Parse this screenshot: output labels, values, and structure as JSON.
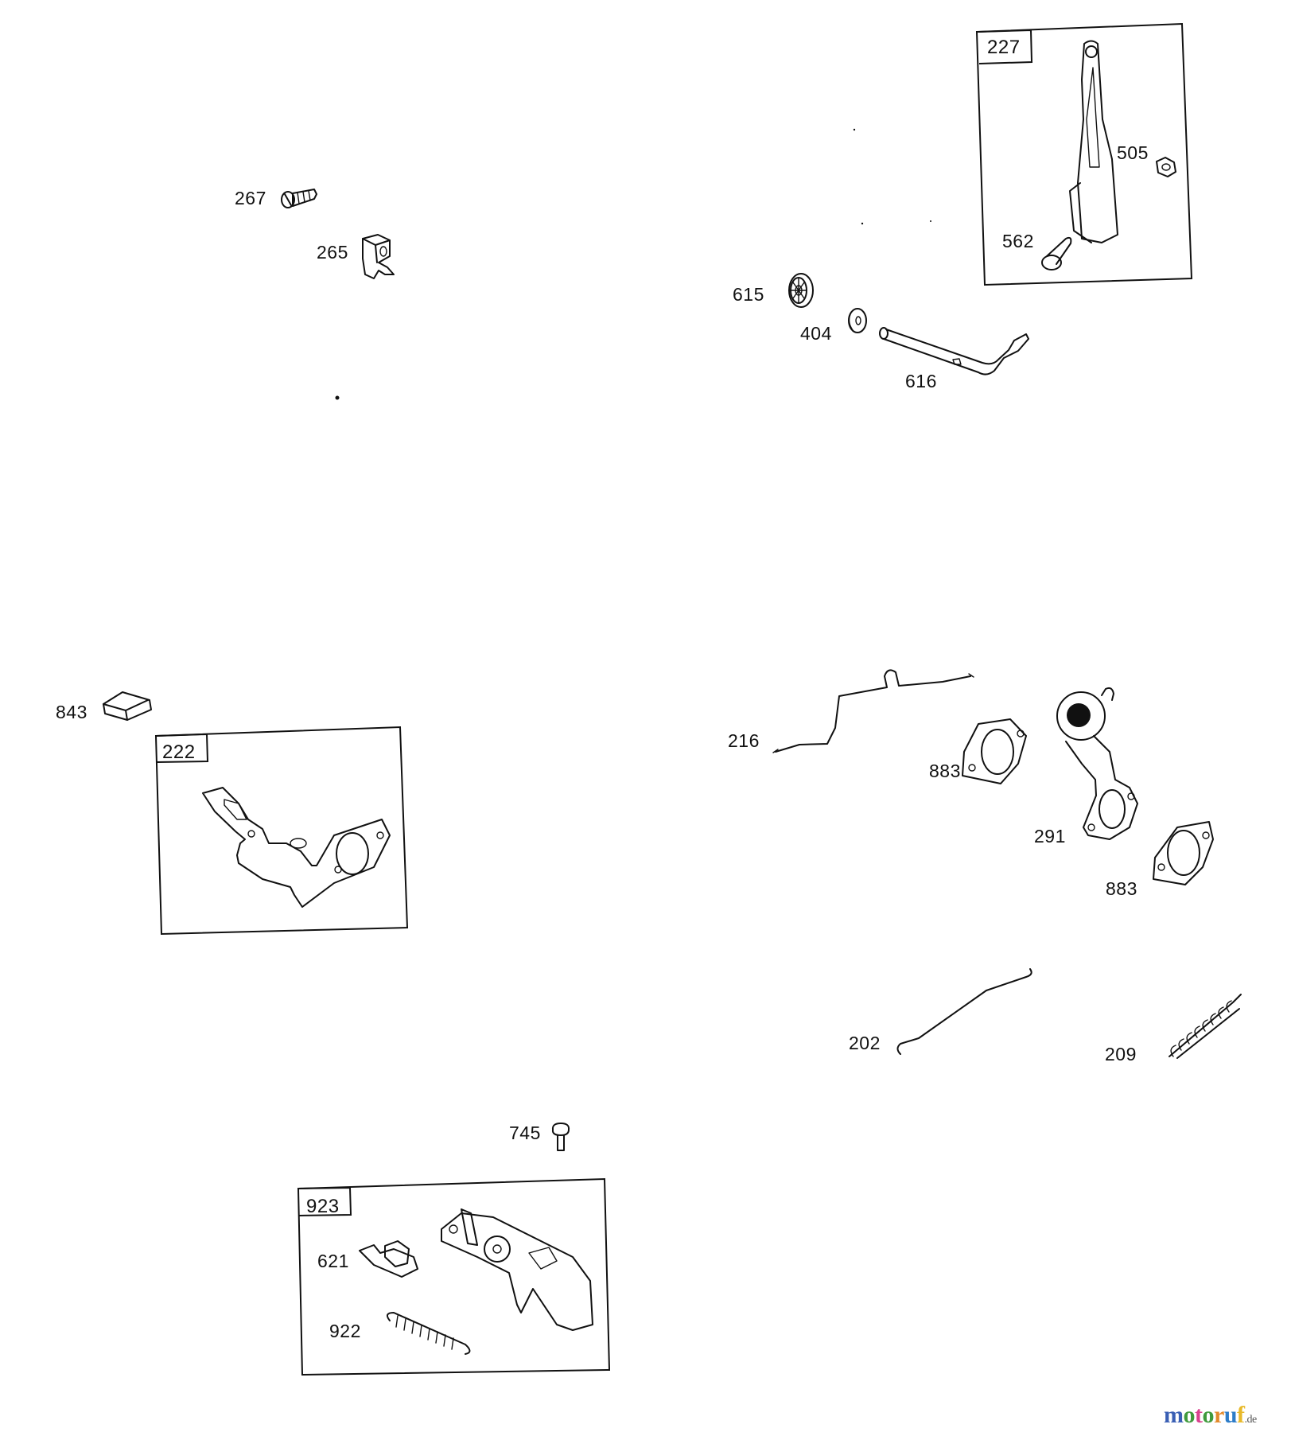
{
  "diagram": {
    "type": "exploded-parts-diagram",
    "assemblies": [
      {
        "id": "227",
        "label": "227",
        "contains": [
          "505",
          "562"
        ]
      },
      {
        "id": "222",
        "label": "222",
        "contains": []
      },
      {
        "id": "923",
        "label": "923",
        "contains": [
          "621",
          "922"
        ]
      }
    ],
    "parts": [
      {
        "number": "267",
        "description": "screw"
      },
      {
        "number": "265",
        "description": "clamp"
      },
      {
        "number": "505",
        "description": "hex nut"
      },
      {
        "number": "562",
        "description": "bolt"
      },
      {
        "number": "615",
        "description": "seal"
      },
      {
        "number": "404",
        "description": "washer"
      },
      {
        "number": "616",
        "description": "governor shaft"
      },
      {
        "number": "843",
        "description": "block"
      },
      {
        "number": "216",
        "description": "link rod"
      },
      {
        "number": "883a",
        "label": "883",
        "description": "gasket"
      },
      {
        "number": "291",
        "description": "bracket assembly"
      },
      {
        "number": "883b",
        "label": "883",
        "description": "gasket"
      },
      {
        "number": "202",
        "description": "link"
      },
      {
        "number": "209",
        "description": "spring"
      },
      {
        "number": "745",
        "description": "screw"
      },
      {
        "number": "621",
        "description": "slide"
      },
      {
        "number": "922",
        "description": "spring"
      }
    ]
  },
  "labels": {
    "l267": "267",
    "l265": "265",
    "l227": "227",
    "l505": "505",
    "l562": "562",
    "l615": "615",
    "l404": "404",
    "l616": "616",
    "l843": "843",
    "l222": "222",
    "l216": "216",
    "l883a": "883",
    "l291": "291",
    "l883b": "883",
    "l202": "202",
    "l209": "209",
    "l745": "745",
    "l923": "923",
    "l621": "621",
    "l922": "922"
  },
  "watermark": {
    "letters": [
      "m",
      "o",
      "t",
      "o",
      "r",
      "u",
      "f"
    ],
    "tld": ".de"
  },
  "colors": {
    "ink": "#111111",
    "background": "#ffffff"
  }
}
